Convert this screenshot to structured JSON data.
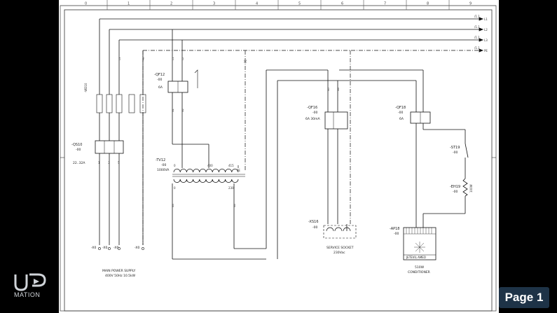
{
  "logo": {
    "text": "MATION"
  },
  "page_label": "Page 1",
  "diagram": {
    "columns": [
      "0",
      "1",
      "2",
      "3",
      "4",
      "5",
      "6",
      "7",
      "8",
      "9"
    ],
    "buses": [
      {
        "label": "/1.1",
        "suffix": "L1"
      },
      {
        "label": "/1.1",
        "suffix": "L2"
      },
      {
        "label": "/1.1",
        "suffix": "L3"
      },
      {
        "label": "/1.1",
        "suffix": "PE"
      }
    ],
    "terminal_block": "-WD10",
    "main_switch": {
      "tag": "-QS10",
      "sub": "-00",
      "rating": "22..32A",
      "contacts": [
        "1",
        "3",
        "5"
      ]
    },
    "breaker_control": {
      "tag": "-QF12",
      "sub": "-00",
      "rating": "6A"
    },
    "transformer": {
      "tag": "-TV12",
      "sub": "-00",
      "rating": "1000VA",
      "primary": [
        "0",
        "400",
        "415",
        "PE"
      ],
      "secondary": [
        "0",
        "230"
      ]
    },
    "breaker_socket": {
      "tag": "-QF16",
      "sub": "-00",
      "rating": "6A 30mA"
    },
    "breaker_cond": {
      "tag": "-QF18",
      "sub": "-00",
      "rating": "6A"
    },
    "thermostat": {
      "tag": "-ST19",
      "sub": "-00"
    },
    "heater": {
      "tag": "-EH19",
      "sub": "-00",
      "value": "100W"
    },
    "socket": {
      "tag": "-XS16",
      "sub": "-00",
      "caption1": "SERVICE SOCKET",
      "caption2": "230Vac"
    },
    "conditioner": {
      "tag": "-AP18",
      "sub": "-00",
      "brand": "JETEVIL AMEO",
      "caption1": "510W",
      "caption2": "CONDITIONER"
    },
    "supply_terminals": [
      "-X0",
      "-X0",
      "-X0",
      "-X0"
    ],
    "supply_caption1": "MAIN POWER SUPPLY",
    "supply_caption2": "400V 50Hz 10.5kW",
    "wire_labels": [
      "L1",
      "L2",
      "L3",
      "PE",
      "N1",
      "N2",
      "N3",
      "N4",
      "N5",
      "N6"
    ]
  }
}
